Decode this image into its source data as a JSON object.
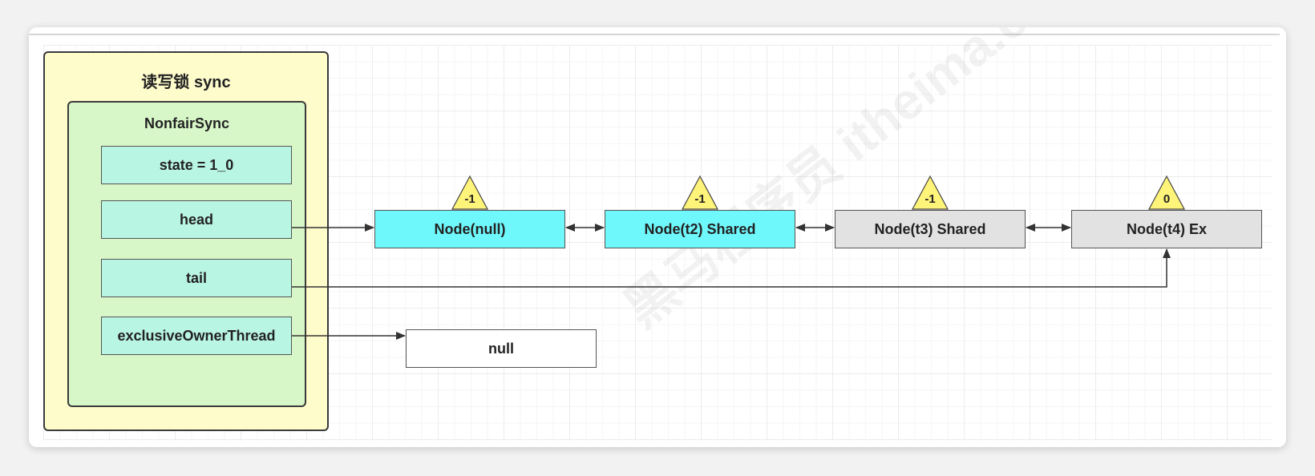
{
  "diagram": {
    "container": {
      "title": "读写锁 sync",
      "inner_title": "NonfairSync",
      "fields": {
        "state": "state = 1_0",
        "head": "head",
        "tail": "tail",
        "owner": "exclusiveOwnerThread"
      }
    },
    "queue": [
      {
        "label": "Node(null)",
        "wait_status": "-1",
        "color": "#6ff8fb"
      },
      {
        "label": "Node(t2) Shared",
        "wait_status": "-1",
        "color": "#6ff8fb"
      },
      {
        "label": "Node(t3) Shared",
        "wait_status": "-1",
        "color": "#e2e2e2"
      },
      {
        "label": "Node(t4) Ex",
        "wait_status": "0",
        "color": "#e2e2e2"
      }
    ],
    "owner_target": "null",
    "watermark": "黑马程序员 itheima.com"
  }
}
